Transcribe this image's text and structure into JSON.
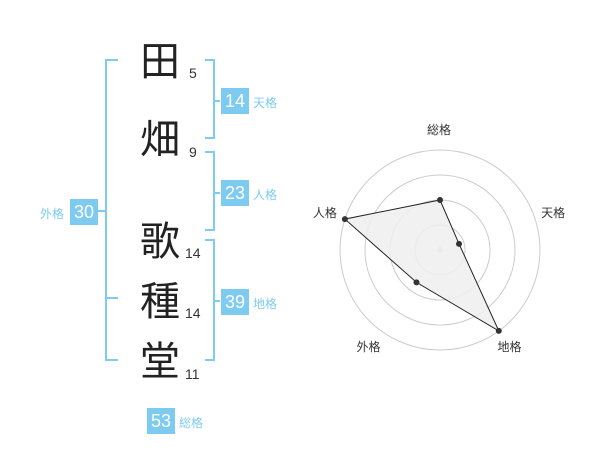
{
  "colors": {
    "accent": "#7ecbf2",
    "kanji_text": "#222222",
    "number_text": "#333333",
    "radar_grid": "#cccccc",
    "radar_fill": "#efefef",
    "radar_line": "#222222"
  },
  "name": {
    "chars": [
      {
        "char": "田",
        "strokes": "5"
      },
      {
        "char": "畑",
        "strokes": "9"
      },
      {
        "char": "歌",
        "strokes": "14"
      },
      {
        "char": "種",
        "strokes": "14"
      },
      {
        "char": "堂",
        "strokes": "11"
      }
    ]
  },
  "fortunes": {
    "tenkaku": {
      "value": "14",
      "label": "天格"
    },
    "jinkaku": {
      "value": "23",
      "label": "人格"
    },
    "chikaku": {
      "value": "39",
      "label": "地格"
    },
    "gaikaku": {
      "value": "30",
      "label": "外格"
    },
    "soukaku": {
      "value": "53",
      "label": "総格"
    }
  },
  "chart_data": {
    "type": "radar",
    "axes": [
      "総格",
      "天格",
      "地格",
      "外格",
      "人格"
    ],
    "values": [
      2.5,
      1,
      5,
      2,
      5
    ],
    "max": 5,
    "rings": 4,
    "grid": true
  }
}
